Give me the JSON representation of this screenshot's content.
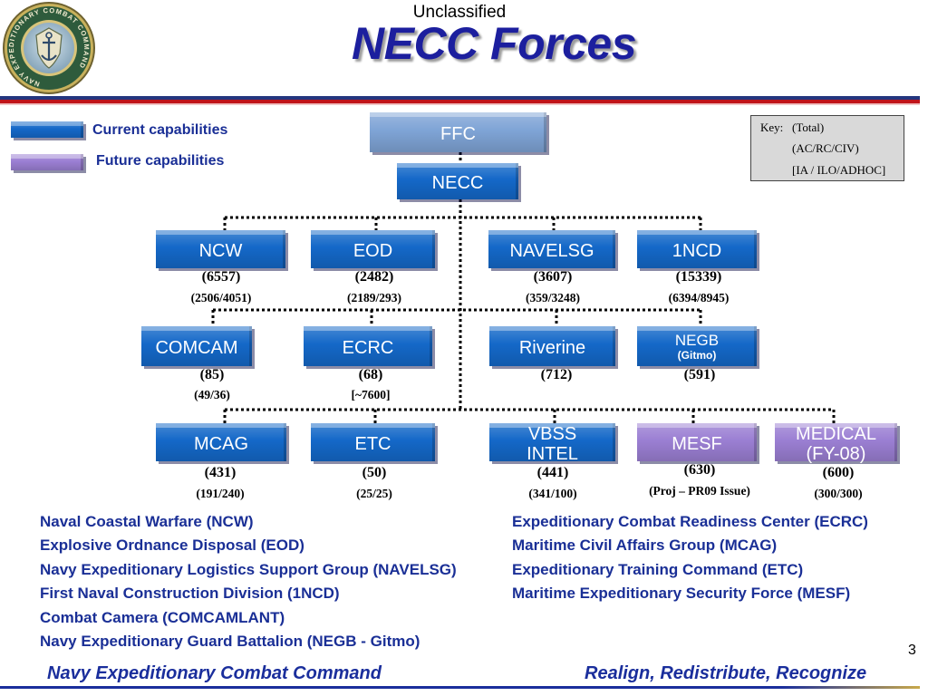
{
  "header": {
    "classification": "Unclassified",
    "title": "NECC Forces"
  },
  "logo": {
    "text": "NAVY EXPEDITIONARY COMBAT COMMAND"
  },
  "legend": {
    "current": {
      "label": "Current capabilities",
      "color": "#1468c8"
    },
    "future": {
      "label": "Future capabilities",
      "color": "#9b7fd3"
    }
  },
  "key": {
    "label": "Key:",
    "lines": [
      "(Total)",
      "(AC/RC/CIV)",
      "[IA / ILO/ADHOC]"
    ]
  },
  "org": {
    "top": {
      "name": "FFC",
      "color": "#7fa4d6"
    },
    "root": {
      "name": "NECC",
      "color": "#1468c8"
    },
    "rows": [
      [
        {
          "lines": [
            "NCW"
          ],
          "total": "(6557)",
          "breakdown": "(2506/4051)",
          "color": "#1468c8"
        },
        {
          "lines": [
            "EOD"
          ],
          "total": "(2482)",
          "breakdown": "(2189/293)",
          "color": "#1468c8"
        },
        {
          "lines": [
            "NAVELSG"
          ],
          "total": "(3607)",
          "breakdown": "(359/3248)",
          "color": "#1468c8"
        },
        {
          "lines": [
            "1NCD"
          ],
          "total": "(15339)",
          "breakdown": "(6394/8945)",
          "color": "#1468c8"
        }
      ],
      [
        {
          "lines": [
            "COMCAM"
          ],
          "total": "(85)",
          "breakdown": "(49/36)",
          "color": "#1468c8"
        },
        {
          "lines": [
            "ECRC"
          ],
          "total": "(68)",
          "breakdown": "[~7600]",
          "color": "#1468c8"
        },
        {
          "lines": [
            "Riverine"
          ],
          "total": "(712)",
          "color": "#1468c8"
        },
        {
          "lines": [
            "NEGB"
          ],
          "sub": "(Gitmo)",
          "total": "(591)",
          "color": "#1468c8"
        }
      ],
      [
        {
          "lines": [
            "MCAG"
          ],
          "total": "(431)",
          "breakdown": "(191/240)",
          "color": "#1468c8"
        },
        {
          "lines": [
            "ETC"
          ],
          "total": "(50)",
          "breakdown": "(25/25)",
          "color": "#1468c8"
        },
        {
          "lines": [
            "VBSS",
            "INTEL"
          ],
          "total": "(441)",
          "breakdown": "(341/100)",
          "color": "#1468c8"
        },
        {
          "lines": [
            "MESF"
          ],
          "total": "(630)",
          "breakdown": "(Proj – PR09 Issue)",
          "color": "#9b7fd3"
        },
        {
          "lines": [
            "MEDICAL",
            "(FY-08)"
          ],
          "total": "(600)",
          "breakdown": "(300/300)",
          "color": "#9b7fd3"
        }
      ]
    ]
  },
  "glossary": {
    "left": [
      "Naval Coastal Warfare (NCW)",
      "Explosive Ordnance Disposal (EOD)",
      "Navy Expeditionary Logistics Support Group (NAVELSG)",
      "First Naval Construction Division (1NCD)",
      "Combat Camera (COMCAMLANT)",
      "Navy Expeditionary Guard Battalion (NEGB - Gitmo)"
    ],
    "right": [
      "Expeditionary Combat Readiness Center (ECRC)",
      "Maritime Civil Affairs Group (MCAG)",
      "Expeditionary Training Command (ETC)",
      "Maritime Expeditionary Security Force (MESF)"
    ]
  },
  "page_number": "3",
  "footer": {
    "left": "Navy Expeditionary Combat Command",
    "right": "Realign, Redistribute, Recognize"
  }
}
